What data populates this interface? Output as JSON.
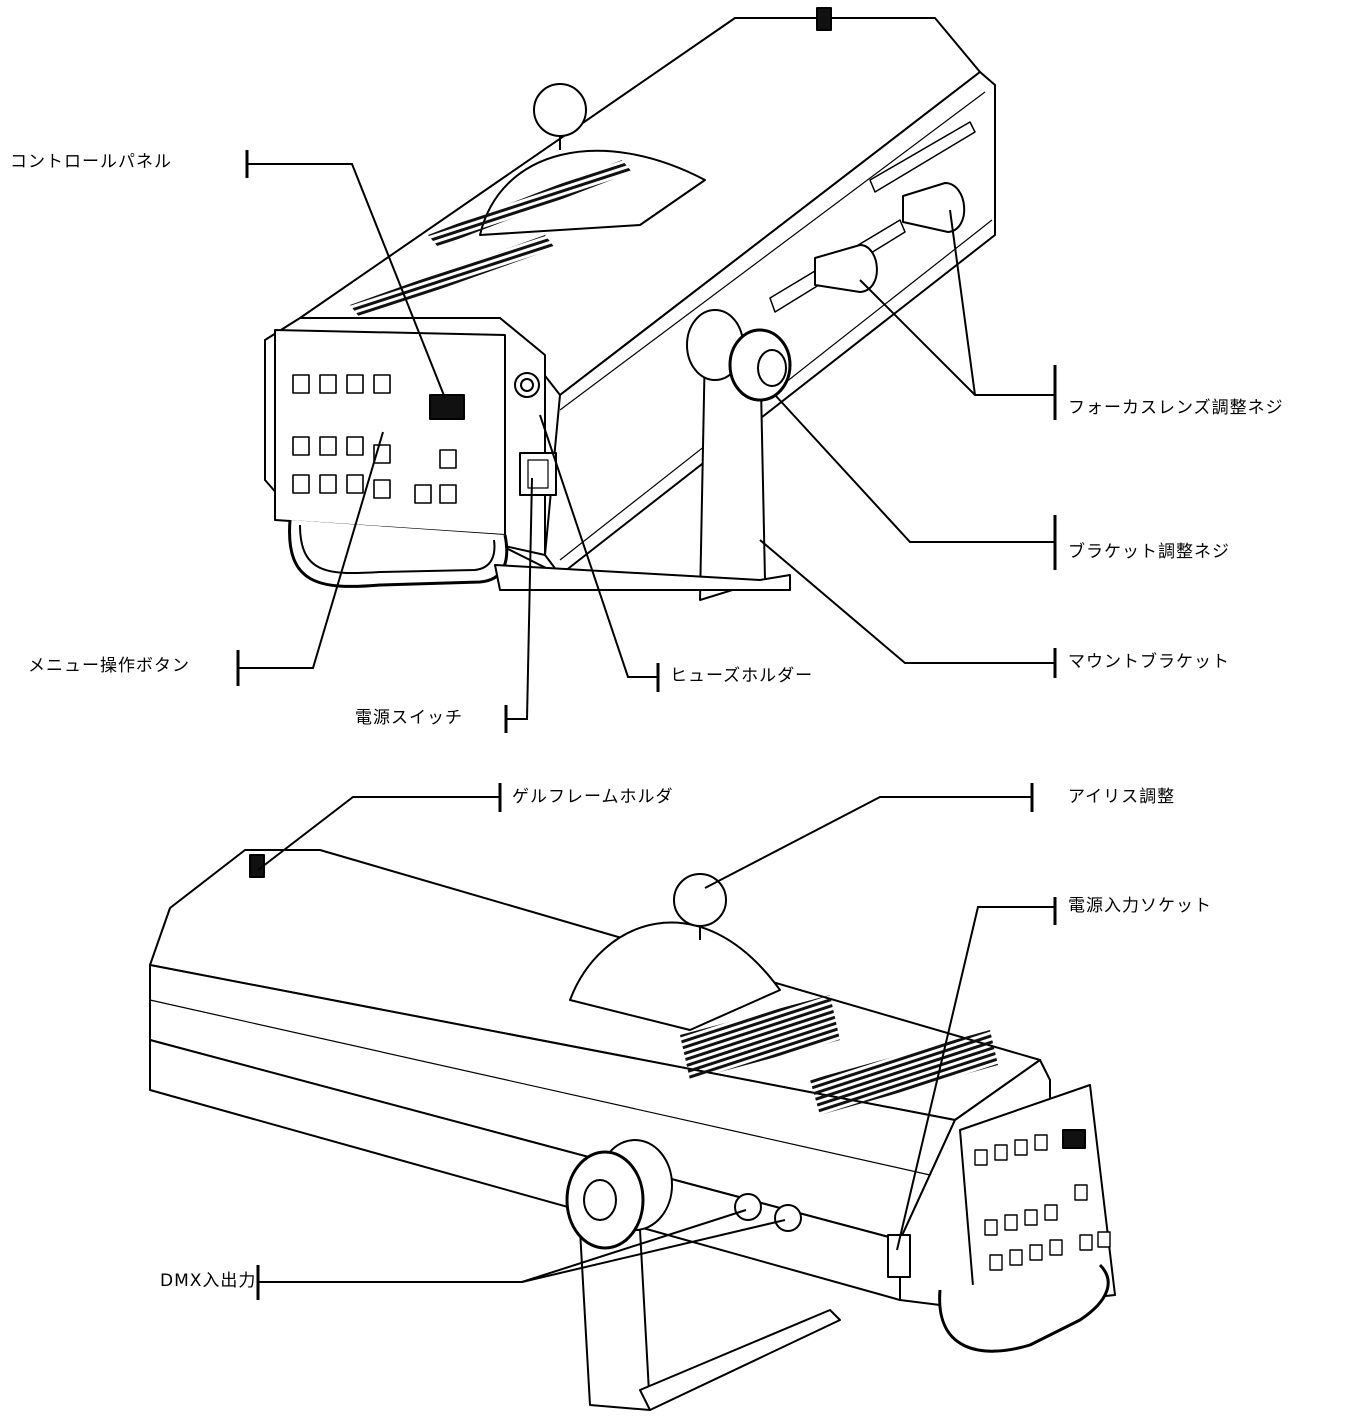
{
  "labels": {
    "control_panel": "コントロールパネル",
    "menu_buttons": "メニュー操作ボタン",
    "power_switch": "電源スイッチ",
    "fuse_holder": "ヒューズホルダー",
    "mount_bracket": "マウントブラケット",
    "bracket_knob": "ブラケット調整ネジ",
    "focus_knob": "フォーカスレンズ調整ネジ",
    "gel_holder": "ゲルフレームホルダ",
    "iris_adjust": "アイリス調整",
    "power_socket": "電源入力ソケット",
    "dmx_io": "DMX入出力"
  },
  "colors": {
    "line": "#000000",
    "body": "#ffffff",
    "vent": "#111111"
  }
}
